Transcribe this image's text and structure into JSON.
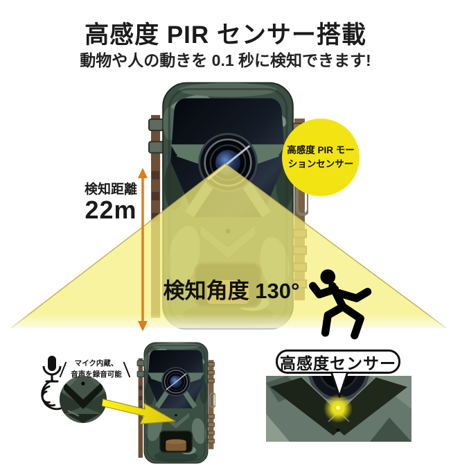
{
  "header": {
    "title": "高感度 PIR センサー搭載",
    "subtitle": "動物や人の動きを 0.1 秒に検知できます!"
  },
  "diagram": {
    "distance_label": "検知距離",
    "distance_value": "22m",
    "angle_label": "検知角度 130°",
    "pir_callout_line1": "高感度 PIR モー",
    "pir_callout_line2": "ションセンサー"
  },
  "mic_note": {
    "line1": "マイク内蔵、",
    "line2": "音声を録音可能"
  },
  "sensor_closeup": {
    "label": "高感度センサー"
  },
  "icons": {
    "microphone": "mic-icon",
    "sound_waves": "sound-waves-icon",
    "running_person": "running-person-icon",
    "distance_arrow": "double-arrow-icon",
    "pointer_arrow": "yellow-pointer-arrow-icon"
  },
  "colors": {
    "cone_yellow": "#f6ef7e",
    "cone_edge": "#b9ad4e",
    "callout_yellow": "#f2e413",
    "arrow_orange": "#dd7d20",
    "sensor_glow": "#e9e01f",
    "camera_green": "#3c4f44",
    "text_dark": "#1b1b1b"
  }
}
